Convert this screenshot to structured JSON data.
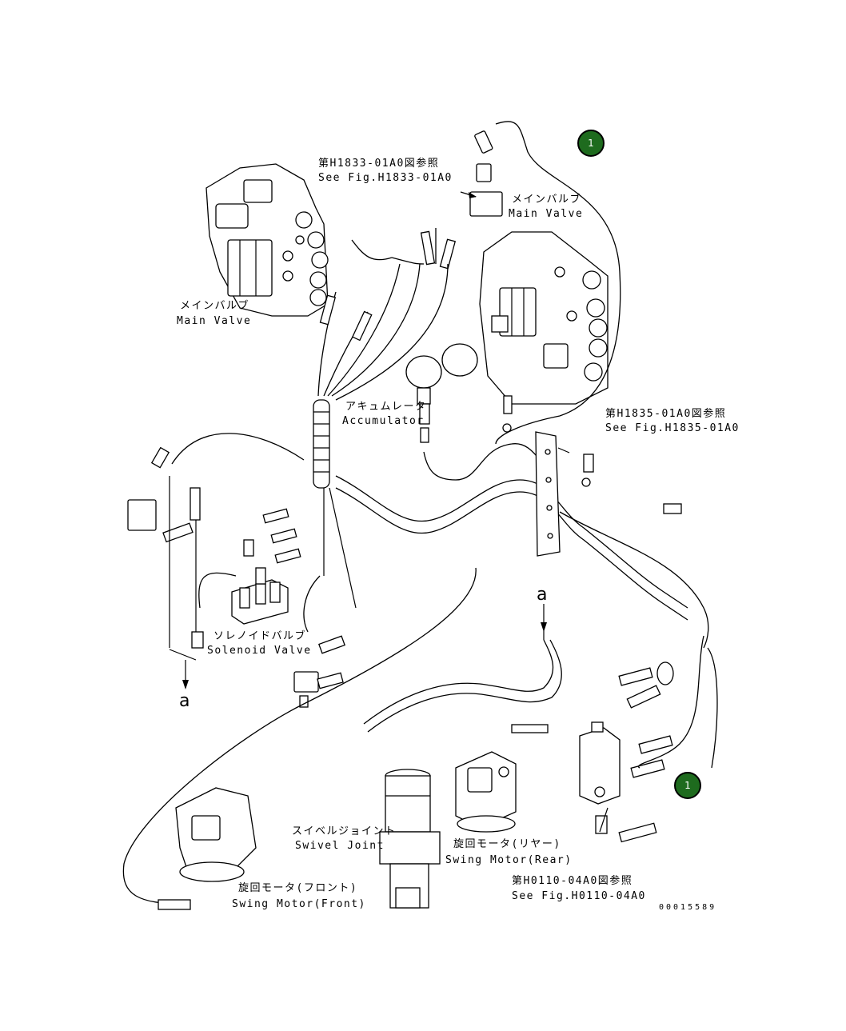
{
  "diagram": {
    "part_number": "00015589",
    "callouts": [
      {
        "id": "callout-1-top",
        "label": "1"
      },
      {
        "id": "callout-1-bottom",
        "label": "1"
      }
    ],
    "labels": {
      "fig_h1833_jp": "第H1833-01A0図参照",
      "fig_h1833_en": "See Fig.H1833-01A0",
      "main_valve_right_jp": "メインバルブ",
      "main_valve_right_en": "Main Valve",
      "main_valve_left_jp": "メインバルブ",
      "main_valve_left_en": "Main Valve",
      "accumulator_jp": "アキュムレータ",
      "accumulator_en": "Accumulator",
      "fig_h1835_jp": "第H1835-01A0図参照",
      "fig_h1835_en": "See Fig.H1835-01A0",
      "solenoid_valve_jp": "ソレノイドバルブ",
      "solenoid_valve_en": "Solenoid Valve",
      "marker_a_left": "a",
      "marker_a_right": "a",
      "swivel_joint_jp": "スイベルジョイント",
      "swivel_joint_en": "Swivel Joint",
      "swing_motor_rear_jp": "旋回モータ(リヤー)",
      "swing_motor_rear_en": "Swing Motor(Rear)",
      "swing_motor_front_jp": "旋回モータ(フロント)",
      "swing_motor_front_en": "Swing Motor(Front)",
      "fig_h0110_jp": "第H0110-04A0図参照",
      "fig_h0110_en": "See Fig.H0110-04A0"
    }
  }
}
